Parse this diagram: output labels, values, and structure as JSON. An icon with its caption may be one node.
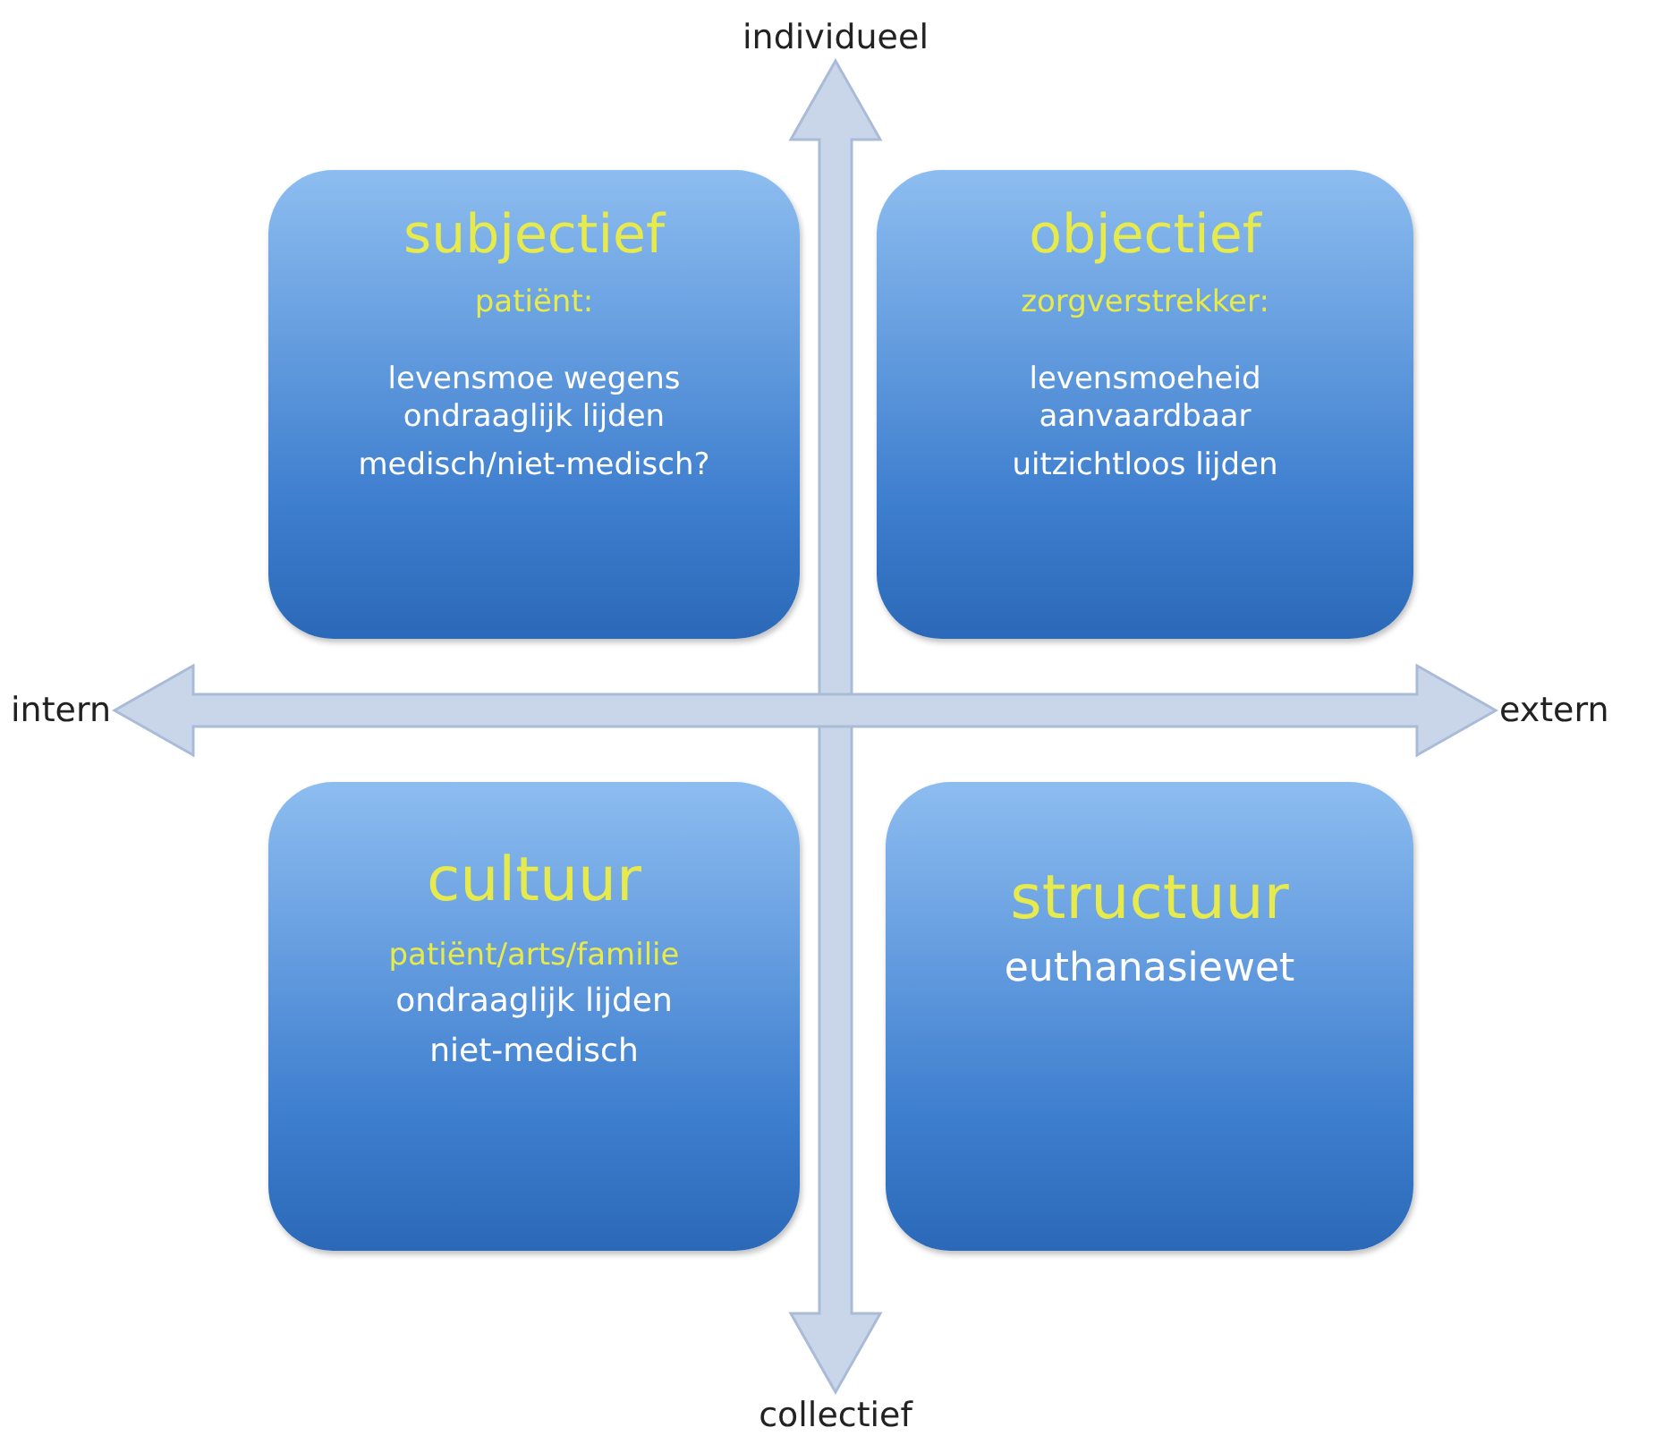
{
  "diagram": {
    "nodes": [
      {
        "text": [
          "individueel"
        ]
      },
      {
        "text": [
          "subjectief",
          "patiënt:",
          "levensmoe wegens ondraaglijk lijden",
          "medisch/niet-medisch?"
        ]
      },
      {
        "text": [
          "objectief",
          "zorgverstrekker:",
          "levensmoeheid aanvaardbaar",
          "uitzichtloos lijden"
        ]
      },
      {
        "text": [
          "intern"
        ]
      },
      {
        "text": [
          "extern"
        ]
      },
      {
        "text": [
          "cultuur",
          "patiënt/arts/familie",
          "ondraaglijk lijden",
          "niet-medisch"
        ]
      },
      {
        "text": [
          "structuur",
          "euthanasiewet"
        ]
      },
      {
        "text": [
          "collectief"
        ]
      }
    ],
    "edges": [
      {
        "from": 0,
        "to": 7,
        "arrow": "both"
      },
      {
        "from": 3,
        "to": 4,
        "arrow": "both"
      }
    ]
  }
}
